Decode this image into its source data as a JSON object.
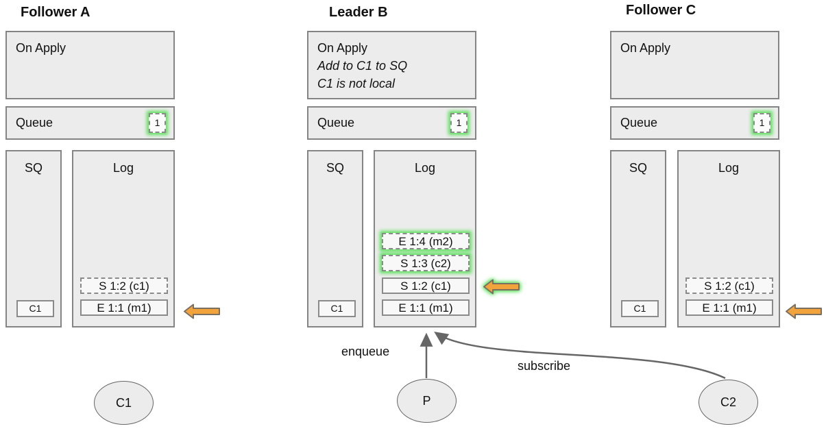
{
  "colors": {
    "box_fill": "#ececec",
    "box_border": "#848484",
    "entry_fill": "#f8f8f8",
    "entry_border": "#8a8a8a",
    "glow_green": "#5ee05e",
    "arrow_orange_fill": "#f2a33c",
    "arrow_orange_stroke": "#7a7062",
    "edge_gray": "#666666"
  },
  "nodes": [
    {
      "id": "follower-a",
      "title": "Follower A",
      "on_apply_lines": [
        "On Apply"
      ],
      "queue_label": "Queue",
      "queue_badge": "1",
      "sq_label": "SQ",
      "sq_items": [
        "C1"
      ],
      "log_label": "Log",
      "log_entries": [
        {
          "text": "S 1:2 (c1)",
          "border": "dashed",
          "glow": false
        },
        {
          "text": "E 1:1 (m1)",
          "border": "solid",
          "glow": false
        }
      ],
      "pointer": {
        "points_at": "E 1:1 (m1)",
        "glow": false
      }
    },
    {
      "id": "leader-b",
      "title": "Leader B",
      "on_apply_lines": [
        "On Apply",
        "Add to C1 to SQ",
        "C1 is not local"
      ],
      "queue_label": "Queue",
      "queue_badge": "1",
      "sq_label": "SQ",
      "sq_items": [
        "C1"
      ],
      "log_label": "Log",
      "log_entries": [
        {
          "text": "E 1:4 (m2)",
          "border": "dashed",
          "glow": true
        },
        {
          "text": "S 1:3 (c2)",
          "border": "dashed",
          "glow": true
        },
        {
          "text": "S 1:2 (c1)",
          "border": "solid",
          "glow": false
        },
        {
          "text": "E 1:1 (m1)",
          "border": "solid",
          "glow": false
        }
      ],
      "pointer": {
        "points_at": "S 1:2 (c1)",
        "glow": true
      }
    },
    {
      "id": "follower-c",
      "title": "Follower C",
      "on_apply_lines": [
        "On Apply"
      ],
      "queue_label": "Queue",
      "queue_badge": "1",
      "sq_label": "SQ",
      "sq_items": [
        "C1"
      ],
      "log_label": "Log",
      "log_entries": [
        {
          "text": "S 1:2 (c1)",
          "border": "dashed",
          "glow": false
        },
        {
          "text": "E 1:1 (m1)",
          "border": "solid",
          "glow": false
        }
      ],
      "pointer": {
        "points_at": "E 1:1 (m1)",
        "glow": false
      }
    }
  ],
  "actors": [
    {
      "id": "c1",
      "label": "C1"
    },
    {
      "id": "p",
      "label": "P"
    },
    {
      "id": "c2",
      "label": "C2"
    }
  ],
  "edges": [
    {
      "label": "enqueue",
      "from": "P",
      "to": "leader-b-log"
    },
    {
      "label": "subscribe",
      "from": "C2",
      "to": "leader-b-log"
    }
  ]
}
